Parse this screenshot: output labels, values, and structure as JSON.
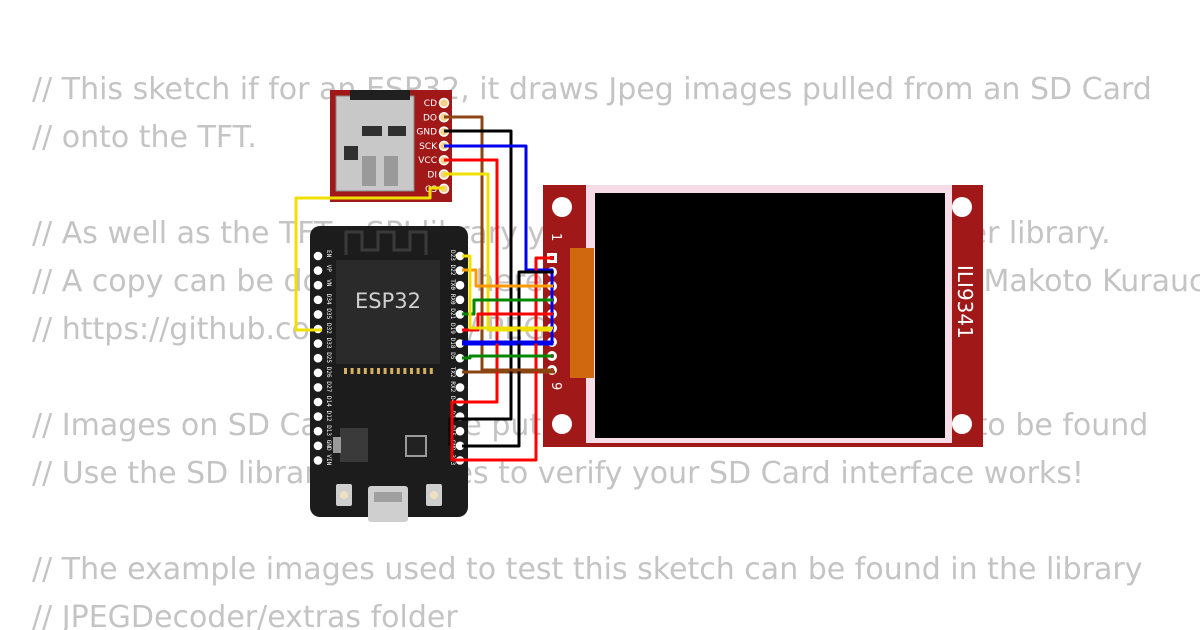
{
  "code_lines": [
    "// This sketch if for an ESP32, it draws Jpeg images pulled from an SD Card",
    "// onto the TFT.",
    "",
    "// As well as the TFT_eSPI library you will need the JPEG Decoder library.",
    "// A copy can be downloaded here, it is based on the library by Makoto Kurauchi.",
    "// https://github.com/Bodmer/JPEGDecoder",
    "",
    "// Images on SD Card must be put in the root folder (top level) to be found",
    "// Use the SD library examples to verify your SD Card interface works!",
    "",
    "// The example images used to test this sketch can be found in the library",
    "// JPEGDecoder/extras folder"
  ],
  "sd_module": {
    "pins": [
      "CD",
      "DO",
      "GND",
      "SCK",
      "VCC",
      "DI",
      "CS"
    ]
  },
  "esp32": {
    "chip_label": "ESP32",
    "left_pins": [
      "EN",
      "VP",
      "VN",
      "D34",
      "D35",
      "D32",
      "D33",
      "D25",
      "D26",
      "D27",
      "D14",
      "D12",
      "D13",
      "GND",
      "VIN"
    ],
    "right_pins": [
      "D23",
      "D22",
      "TX0",
      "RX0",
      "D21",
      "D19",
      "D18",
      "D5",
      "TX2",
      "RX2",
      "D4",
      "D2",
      "D15",
      "GND",
      "3V3"
    ]
  },
  "tft": {
    "label": "ILI9341",
    "first_pin": "1",
    "last_pin": "9"
  },
  "colors": {
    "board_red": "#a01818",
    "esp_black": "#1c1c1c",
    "code_text": "#c4c4c4",
    "wire_red": "#ff0000",
    "wire_black": "#000000",
    "wire_blue": "#0000ee",
    "wire_yellow": "#f0e000",
    "wire_orange": "#ff9900",
    "wire_green": "#008800",
    "wire_brown": "#8b4513"
  }
}
